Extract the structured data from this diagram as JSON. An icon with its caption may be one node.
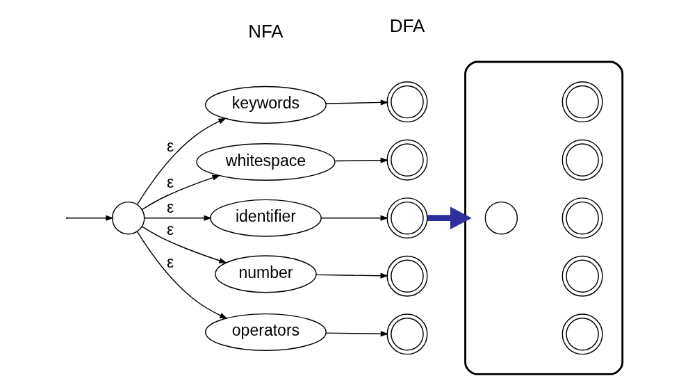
{
  "diagram": {
    "nodes": [
      {
        "text": [],
        "shape": "circle"
      },
      {
        "text": [
          "keywords"
        ]
      },
      {
        "text": [
          "whitespace"
        ]
      },
      {
        "text": [
          "identifier"
        ]
      },
      {
        "text": [
          "number"
        ]
      },
      {
        "text": [
          "operators"
        ]
      },
      {
        "text": [],
        "shape": "doublecircle"
      },
      {
        "text": [],
        "shape": "doublecircle"
      },
      {
        "text": [],
        "shape": "doublecircle"
      },
      {
        "text": [],
        "shape": "doublecircle"
      },
      {
        "text": [],
        "shape": "doublecircle"
      },
      {
        "text": [],
        "shape": "box"
      },
      {
        "text": [],
        "shape": "circle",
        "in": 11
      },
      {
        "text": [],
        "shape": "doublecircle",
        "in": 11
      },
      {
        "text": [],
        "shape": "doublecircle",
        "in": 11
      },
      {
        "text": [],
        "shape": "doublecircle",
        "in": 11
      },
      {
        "text": [],
        "shape": "doublecircle",
        "in": 11
      },
      {
        "text": [],
        "shape": "doublecircle",
        "in": 11
      }
    ],
    "edges": [
      {
        "from": null,
        "to": 0,
        "arrow": "to"
      },
      {
        "from": 0,
        "to": 1,
        "arrow": "to",
        "label": "ε"
      },
      {
        "from": 0,
        "to": 2,
        "arrow": "to",
        "label": "ε"
      },
      {
        "from": 0,
        "to": 3,
        "arrow": "to",
        "label": "ε"
      },
      {
        "from": 0,
        "to": 4,
        "arrow": "to",
        "label": "ε"
      },
      {
        "from": 0,
        "to": 5,
        "arrow": "to",
        "label": "ε"
      },
      {
        "from": 1,
        "to": 6,
        "arrow": "to"
      },
      {
        "from": 2,
        "to": 7,
        "arrow": "to"
      },
      {
        "from": 3,
        "to": 8,
        "arrow": "to"
      },
      {
        "from": 4,
        "to": 9,
        "arrow": "to"
      },
      {
        "from": 5,
        "to": 10,
        "arrow": "to"
      },
      {
        "from": 8,
        "to": 11,
        "arrow": "to",
        "style": "thick",
        "color": "#2e2e9e"
      }
    ],
    "labels": [
      "NFA",
      "DFA"
    ]
  }
}
